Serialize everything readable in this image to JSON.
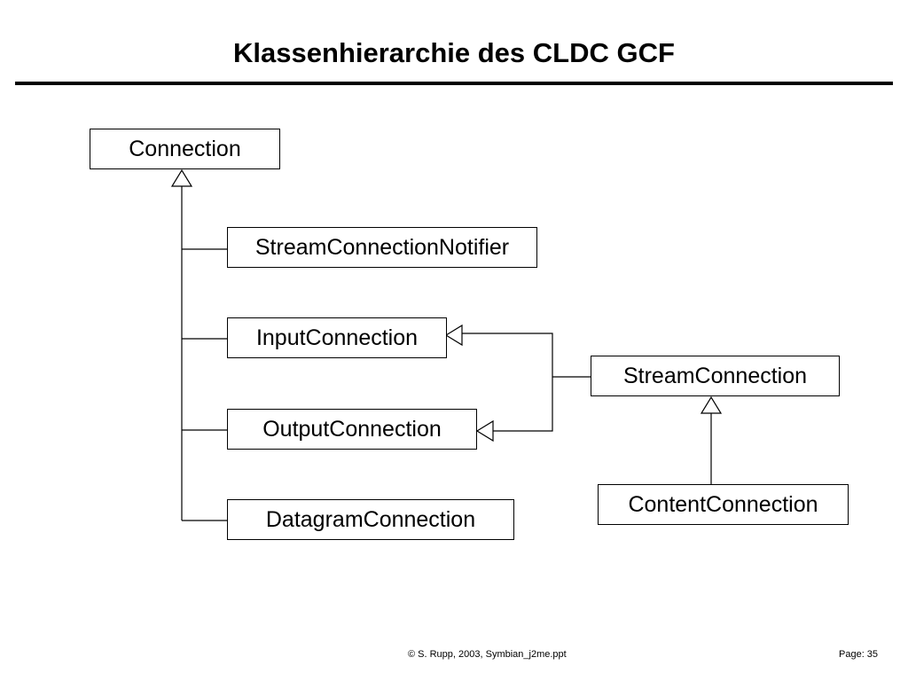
{
  "slide": {
    "title": "Klassenhierarchie des CLDC GCF"
  },
  "classes": {
    "connection": "Connection",
    "stream_connection_notifier": "StreamConnectionNotifier",
    "input_connection": "InputConnection",
    "output_connection": "OutputConnection",
    "datagram_connection": "DatagramConnection",
    "stream_connection": "StreamConnection",
    "content_connection": "ContentConnection"
  },
  "footer": {
    "copyright": "© S. Rupp, 2003, Symbian_j2me.ppt",
    "page": "Page: 35"
  }
}
